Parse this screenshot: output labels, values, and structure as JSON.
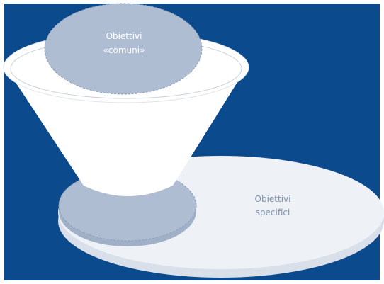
{
  "diagram": {
    "top_ellipse": {
      "lines": [
        "Obiettivi",
        "«comuni»"
      ]
    },
    "bottom_ellipse": {
      "lines": [
        "Obiettivi",
        "specifici"
      ]
    }
  },
  "colors": {
    "background": "#0b4a8c",
    "funnel": "#ffffff",
    "large_platform": "#e7ecf3",
    "small_disc": "#a9b8cd",
    "top_disc": "#aebdd1",
    "outline": "#8e9fb8"
  }
}
